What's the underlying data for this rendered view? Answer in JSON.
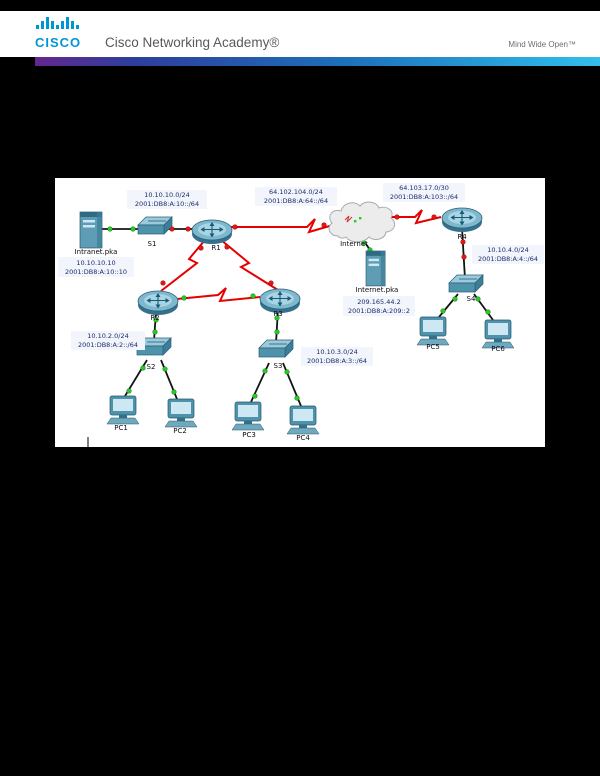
{
  "header": {
    "logo_text": "CISCO",
    "academy_text": "Cisco Networking Academy®",
    "tagline": "Mind Wide Open™"
  },
  "topology": {
    "status": {
      "up": "#21cc21",
      "down": "#ee1111"
    },
    "devices": {
      "intranet_server": {
        "label": "Intranet.pka",
        "ipv4": "10.10.10.10",
        "ipv6": "2001:DB8:A:10::10"
      },
      "internet_server": {
        "label": "Internet.pka",
        "ipv4": "209.165.44.2",
        "ipv6": "2001:DB8:A:209::2"
      },
      "internet_cloud": {
        "label": "Internet"
      },
      "r1": {
        "label": "R1"
      },
      "r2": {
        "label": "R2"
      },
      "r3": {
        "label": "R3"
      },
      "r4": {
        "label": "R4"
      },
      "s1": {
        "label": "S1"
      },
      "s2": {
        "label": "S2"
      },
      "s3": {
        "label": "S3"
      },
      "s4": {
        "label": "S4"
      },
      "pc1": {
        "label": "PC1"
      },
      "pc2": {
        "label": "PC2"
      },
      "pc3": {
        "label": "PC3"
      },
      "pc4": {
        "label": "PC4"
      },
      "pc5": {
        "label": "PC5"
      },
      "pc6": {
        "label": "PC6"
      }
    },
    "subnets": {
      "lan1": {
        "ipv4": "10.10.10.0/24",
        "ipv6": "2001:DB8:A:10::/64"
      },
      "lan2": {
        "ipv4": "10.10.2.0/24",
        "ipv6": "2001:DB8:A:2::/64"
      },
      "lan3": {
        "ipv4": "10.10.3.0/24",
        "ipv6": "2001:DB8:A:3::/64"
      },
      "lan4": {
        "ipv4": "10.10.4.0/24",
        "ipv6": "2001:DB8:A:4::/64"
      },
      "wan1": {
        "ipv4": "64.102.104.0/24",
        "ipv6": "2001:DB8:A:64::/64"
      },
      "wan2": {
        "ipv4": "64.103.17.0/30",
        "ipv6": "2001:DB8:A:103::/64"
      }
    }
  }
}
